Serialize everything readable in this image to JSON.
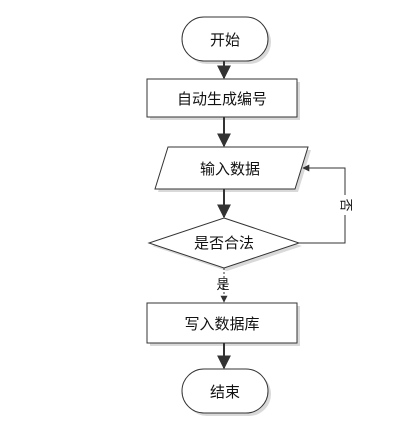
{
  "nodes": {
    "start": "开始",
    "auto_number": "自动生成编号",
    "input_data": "输入数据",
    "is_valid": "是否合法",
    "write_db": "写入数据库",
    "end": "结束"
  },
  "edges": {
    "yes": "是",
    "no": "否"
  },
  "colors": {
    "stroke": "#333333",
    "text": "#111111",
    "shadow": "#d9d9d9",
    "background": "#ffffff"
  }
}
